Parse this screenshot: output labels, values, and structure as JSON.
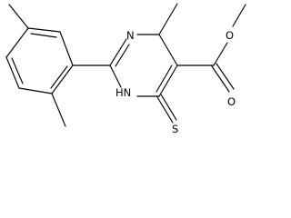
{
  "molecule": {
    "atoms": {
      "n_ring_top": "N",
      "nh_ring": "HN",
      "o_carbonyl": "O",
      "o_ether": "O",
      "s_thione": "S"
    },
    "colors": {
      "bond": "#000000",
      "label": "#000000",
      "background": "#ffffff"
    }
  }
}
